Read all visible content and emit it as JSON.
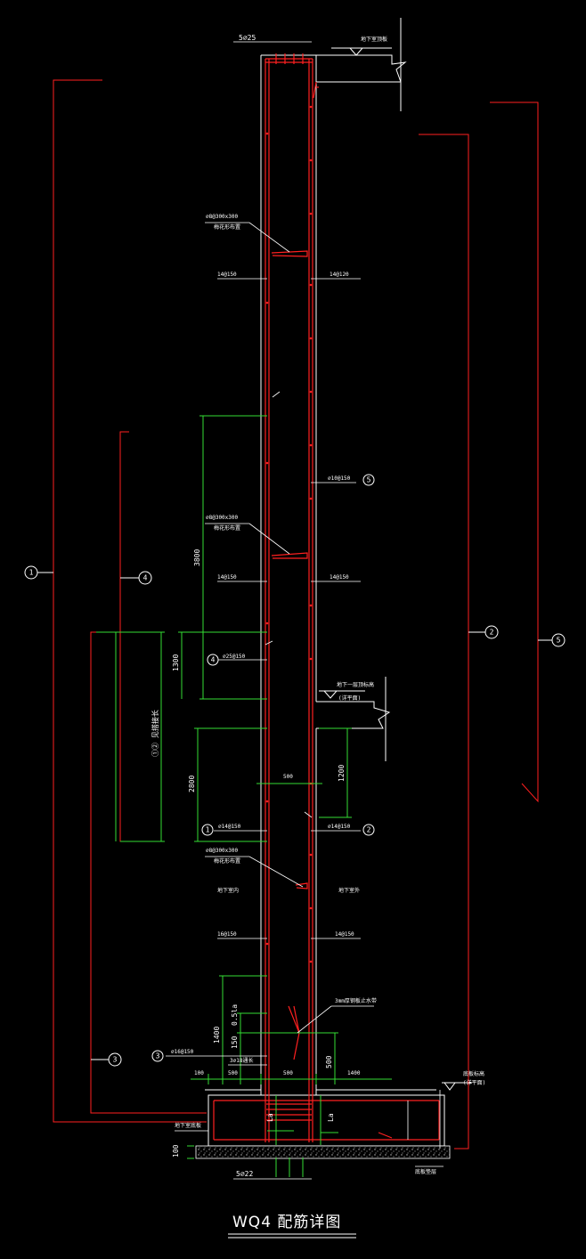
{
  "colors": {
    "background": "#000000",
    "concrete": "#ffffff",
    "rebar": "#ff2020",
    "dimension": "#33dd33",
    "text": "#ffffff"
  },
  "title": "WQ4 配筋详图",
  "labels": {
    "top_bars": "5⌀25",
    "top_ground_level": "地下室顶板",
    "tie_1": "⌀8@300x300",
    "tie_1_note": "梅花形布置",
    "left_1": "14@150",
    "right_1": "14@120",
    "bar_5": "⌀10@150",
    "tie_2": "⌀8@300x300",
    "tie_2_note": "梅花形布置",
    "left_2": "14@150",
    "right_2": "14@150",
    "bar_4": "⌀25@150",
    "mid_level": "地下一层顶标高",
    "mid_level_note": "(详平面)",
    "dim_3800": "3800",
    "dim_1300": "1300",
    "dim_2800": "2800",
    "dim_500_mid": "500",
    "dim_1200": "1200",
    "anchor_note": "①② 见搭接长",
    "bar_1": "⌀14@150",
    "bar_2": "⌀14@150",
    "tie_3": "⌀8@300x300",
    "tie_3_note": "梅花形布置",
    "inner_side": "地下室内",
    "outer_side": "地下室外",
    "left_3": "16@150",
    "right_3": "14@150",
    "waterstop": "3mm厚钢板止水带",
    "bar_3": "⌀16@150",
    "bar_3b": "3⌀18通长",
    "dim_1400_v": "1400",
    "dim_150": "150",
    "dim_la_top": "0.5la",
    "dim_100": "100",
    "dim_500_a": "500",
    "dim_500_b": "500",
    "dim_500_c": "500",
    "dim_1400_h": "1400",
    "dim_la_1": "La",
    "dim_la_2": "La",
    "base_level": "底板标高",
    "base_level_note": "(详平面)",
    "base_floor": "地下室底板",
    "cushion": "底板垫层",
    "dim_100_v": "100",
    "bottom_bars": "5⌀22"
  },
  "bubbles": {
    "b1": "1",
    "b2": "2",
    "b3": "3",
    "b4": "4",
    "b5": "5",
    "d1": "1",
    "d2": "2",
    "d3": "3",
    "d4": "4",
    "d5": "5"
  }
}
